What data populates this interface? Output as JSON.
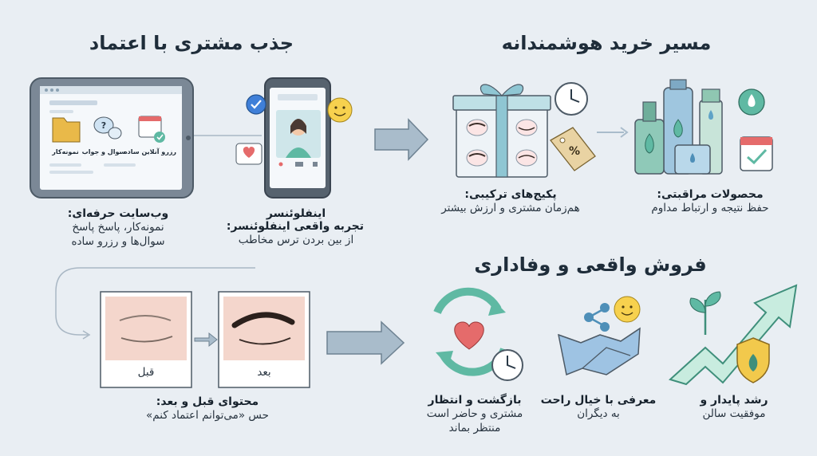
{
  "sections": {
    "trust": "جذب مشتری با اعتماد",
    "smart_path": "مسیر خرید هوشمندانه",
    "sales": "فروش واقعی و وفاداری"
  },
  "tablet": {
    "tiles": [
      "رزرو آنلاین ساده",
      "سوال و جواب",
      "نمونه‌کار"
    ]
  },
  "website": {
    "title": "وب‌سایت حرفه‌ای:",
    "desc1": "نمونه‌کار، پاسخ پاسخ",
    "desc2": "سوال‌ها و رزرو ساده"
  },
  "influencer": {
    "label": "اینفلوئنسر",
    "title": "تجربه واقعی اینفلوئنسر:",
    "desc": "از بین بردن ترس مخاطب"
  },
  "packages": {
    "title": "پکیج‌های ترکیبی:",
    "desc": "هم‌زمان مشتری و ارزش بیشتر"
  },
  "care": {
    "title": "محصولات مراقبتی:",
    "desc": "حفظ نتیجه و ارتباط مداوم"
  },
  "before_after": {
    "before": "قبل",
    "after": "بعد",
    "title": "محتوای قبل و بعد:",
    "desc": "حس «می‌توانم اعتماد کنم»"
  },
  "return": {
    "title": "بازگشت و انتظار",
    "desc1": "مشتری و حاضر است",
    "desc2": "منتظر بماند"
  },
  "referral": {
    "title": "معرفی با خیال راحت",
    "desc": "به دیگران"
  },
  "growth": {
    "title": "رشد پایدار و",
    "desc": "موفقیت سالن"
  },
  "colors": {
    "background": "#e9eef3",
    "accent_teal": "#5fb9a3",
    "accent_blue": "#8fb8d6",
    "accent_red": "#e56b6b"
  }
}
